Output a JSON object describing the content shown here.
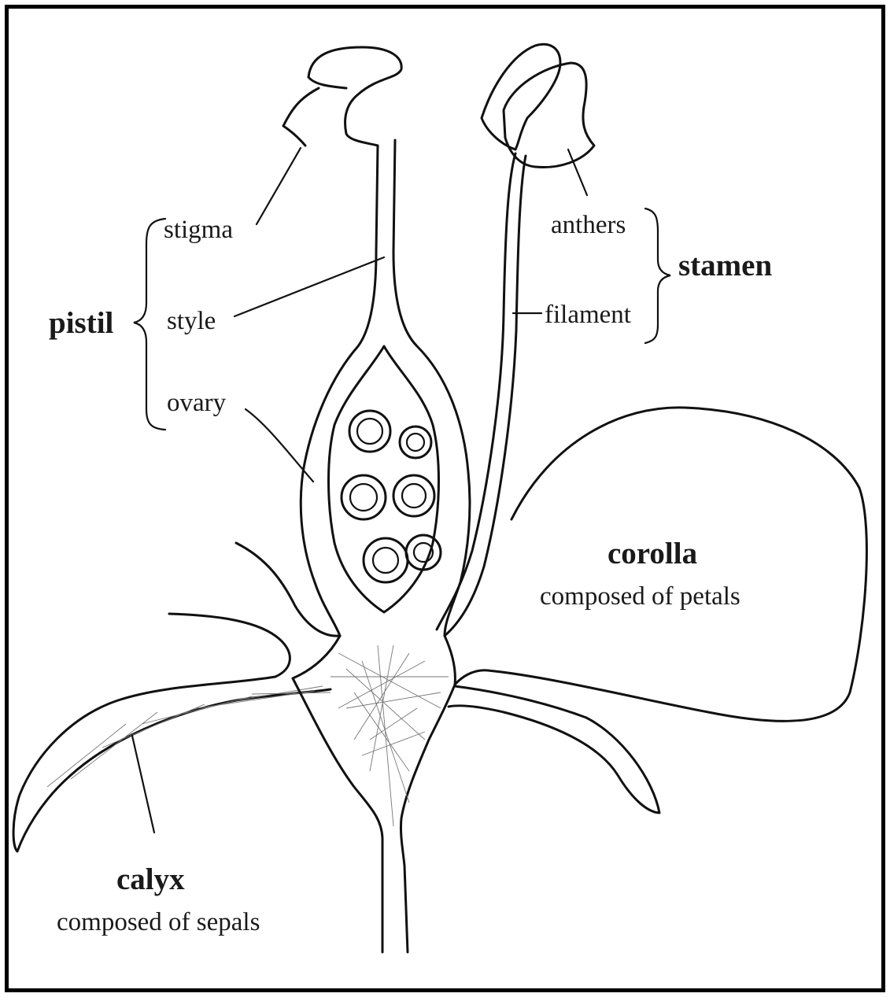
{
  "labels": {
    "stigma": "stigma",
    "style": "style",
    "ovary": "ovary",
    "pistil": "pistil",
    "anthers": "anthers",
    "filament": "filament",
    "stamen": "stamen",
    "corolla": "corolla",
    "corolla_note": "composed of petals",
    "calyx": "calyx",
    "calyx_note": "composed of sepals"
  },
  "colors": {
    "ink": "#111111",
    "background": "#ffffff",
    "frame": "#000000"
  }
}
